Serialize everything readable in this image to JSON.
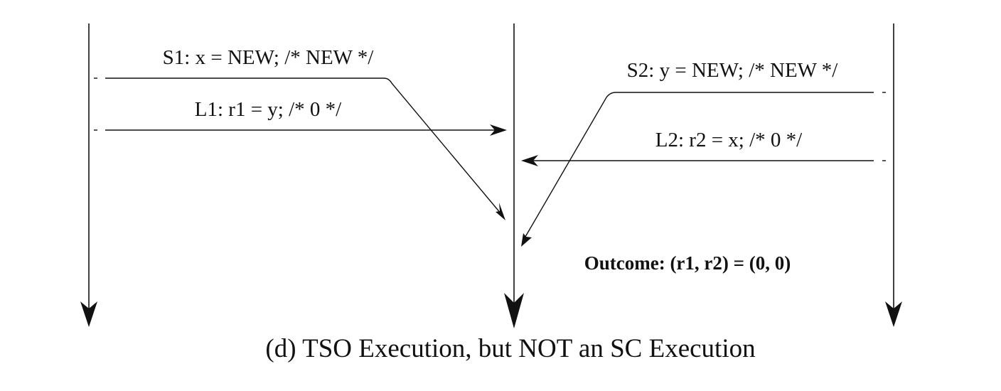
{
  "operations": {
    "s1": "S1: x = NEW; /* NEW */",
    "l1": "L1: r1 = y; /* 0 */",
    "s2": "S2: y = NEW; /* NEW */",
    "l2": "L2: r2 = x; /* 0 */"
  },
  "outcome": "Outcome: (r1, r2) = (0, 0)",
  "caption": "(d) TSO Execution, but NOT an SC Execution",
  "colors": {
    "ink": "#111111",
    "background": "#ffffff"
  }
}
